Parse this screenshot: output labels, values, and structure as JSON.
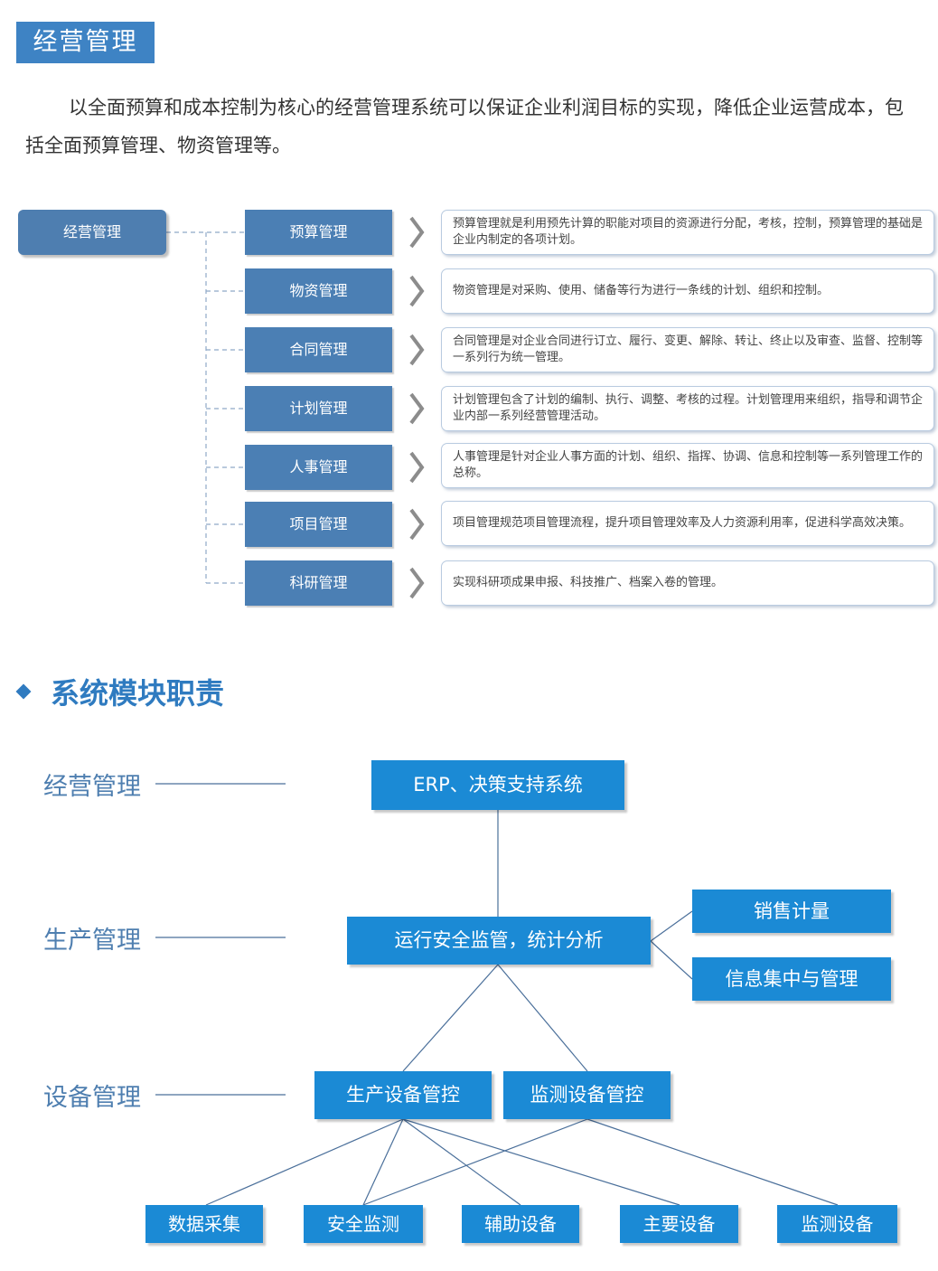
{
  "header": {
    "title": "经营管理",
    "intro": "以全面预算和成本控制为核心的经营管理系统可以保证企业利润目标的实现，降低企业运营成本，包括全面预算管理、物资管理等。"
  },
  "tree": {
    "root": "经营管理",
    "modules": [
      {
        "name": "预算管理",
        "desc": "预算管理就是利用预先计算的职能对项目的资源进行分配，考核，控制，预算管理的基础是企业内制定的各项计划。"
      },
      {
        "name": "物资管理",
        "desc": "物资管理是对采购、使用、储备等行为进行一条线的计划、组织和控制。"
      },
      {
        "name": "合同管理",
        "desc": "合同管理是对企业合同进行订立、履行、变更、解除、转让、终止以及审查、监督、控制等一系列行为统一管理。"
      },
      {
        "name": "计划管理",
        "desc": "计划管理包含了计划的编制、执行、调整、考核的过程。计划管理用来组织，指导和调节企业内部一系列经营管理活动。"
      },
      {
        "name": "人事管理",
        "desc": "人事管理是针对企业人事方面的计划、组织、指挥、协调、信息和控制等一系列管理工作的总称。"
      },
      {
        "name": "项目管理",
        "desc": "项目管理规范项目管理流程，提升项目管理效率及人力资源利用率，促进科学高效决策。"
      },
      {
        "name": "科研管理",
        "desc": "实现科研项成果申报、科技推广、档案入卷的管理。"
      }
    ]
  },
  "section2": {
    "title": "系统模块职责",
    "levels": {
      "top": "经营管理",
      "mid": "生产管理",
      "bottom": "设备管理"
    },
    "boxes": {
      "erp": "ERP、决策支持系统",
      "monitor": "运行安全监管，统计分析",
      "sales": "销售计量",
      "info": "信息集中与管理",
      "prod_ctrl": "生产设备管控",
      "mon_ctrl": "监测设备管控",
      "leaf1": "数据采集",
      "leaf2": "安全监测",
      "leaf3": "辅助设备",
      "leaf4": "主要设备",
      "leaf5": "监测设备"
    }
  },
  "colors": {
    "accent": "#3e83c4",
    "module_box": "#4b7fb4",
    "diagram_box": "#1b8ad5",
    "heading": "#2f7bc0"
  }
}
